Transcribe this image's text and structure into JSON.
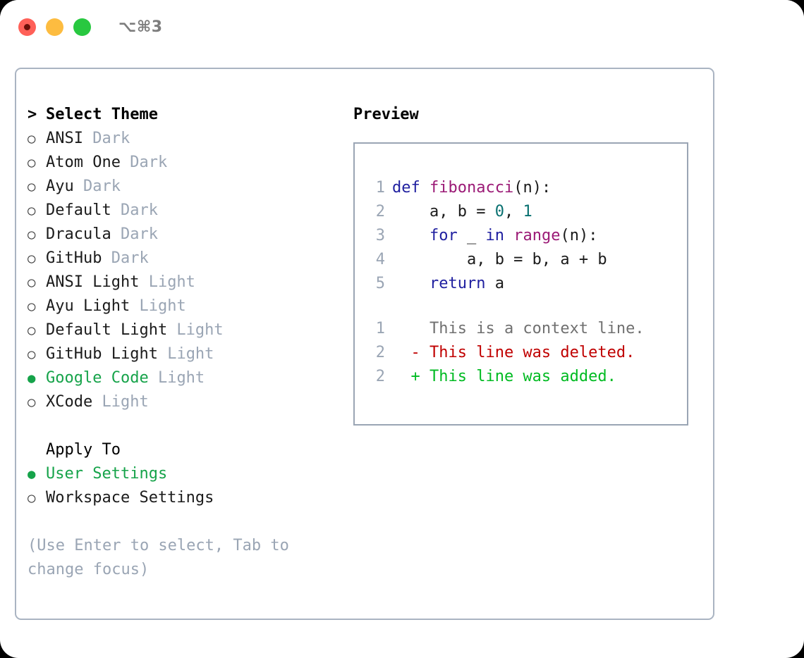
{
  "window": {
    "shortcut": "⌥⌘3",
    "traffic_lights": [
      {
        "name": "close",
        "color": "#ff6058"
      },
      {
        "name": "minimize",
        "color": "#fdbc40"
      },
      {
        "name": "maximize",
        "color": "#28c840"
      }
    ]
  },
  "theme_picker": {
    "header": "Select Theme",
    "caret": ">",
    "bullet_unselected": "○",
    "bullet_selected": "●",
    "items": [
      {
        "name": "ANSI",
        "tag": "Dark",
        "selected": false
      },
      {
        "name": "Atom One",
        "tag": "Dark",
        "selected": false
      },
      {
        "name": "Ayu",
        "tag": "Dark",
        "selected": false
      },
      {
        "name": "Default",
        "tag": "Dark",
        "selected": false
      },
      {
        "name": "Dracula",
        "tag": "Dark",
        "selected": false
      },
      {
        "name": "GitHub",
        "tag": "Dark",
        "selected": false
      },
      {
        "name": "ANSI Light",
        "tag": "Light",
        "selected": false
      },
      {
        "name": "Ayu Light",
        "tag": "Light",
        "selected": false
      },
      {
        "name": "Default Light",
        "tag": "Light",
        "selected": false
      },
      {
        "name": "GitHub Light",
        "tag": "Light",
        "selected": false
      },
      {
        "name": "Google Code",
        "tag": "Light",
        "selected": true
      },
      {
        "name": "XCode",
        "tag": "Light",
        "selected": false
      }
    ]
  },
  "apply_to": {
    "label": "Apply To",
    "items": [
      {
        "name": "User Settings",
        "selected": true
      },
      {
        "name": "Workspace Settings",
        "selected": false
      }
    ]
  },
  "hint": "(Use Enter to select, Tab to change focus)",
  "preview": {
    "title": "Preview",
    "code_lines": [
      {
        "num": "1",
        "tokens": [
          {
            "t": "def",
            "c": "kw"
          },
          {
            "t": " ",
            "c": "pl"
          },
          {
            "t": "fibonacci",
            "c": "fn"
          },
          {
            "t": "(n):",
            "c": "pl"
          }
        ]
      },
      {
        "num": "2",
        "tokens": [
          {
            "t": "    a, b = ",
            "c": "pl"
          },
          {
            "t": "0",
            "c": "num"
          },
          {
            "t": ", ",
            "c": "pl"
          },
          {
            "t": "1",
            "c": "num"
          }
        ]
      },
      {
        "num": "3",
        "tokens": [
          {
            "t": "    ",
            "c": "pl"
          },
          {
            "t": "for",
            "c": "kw"
          },
          {
            "t": " _ ",
            "c": "pl"
          },
          {
            "t": "in",
            "c": "kw"
          },
          {
            "t": " ",
            "c": "pl"
          },
          {
            "t": "range",
            "c": "fn"
          },
          {
            "t": "(n):",
            "c": "pl"
          }
        ]
      },
      {
        "num": "4",
        "tokens": [
          {
            "t": "        a, b = b, a + b",
            "c": "pl"
          }
        ]
      },
      {
        "num": "5",
        "tokens": [
          {
            "t": "    ",
            "c": "pl"
          },
          {
            "t": "return",
            "c": "kw"
          },
          {
            "t": " a",
            "c": "pl"
          }
        ]
      }
    ],
    "diff_lines": [
      {
        "num": "1",
        "marker": " ",
        "text": "This is a context line.",
        "kind": "diff-ctx"
      },
      {
        "num": "2",
        "marker": "-",
        "text": "This line was deleted.",
        "kind": "diff-del"
      },
      {
        "num": "2",
        "marker": "+",
        "text": "This line was added.",
        "kind": "diff-add"
      }
    ]
  },
  "colors": {
    "accent_green": "#16a34a",
    "muted": "#9aa5b4",
    "border": "#aab4c2",
    "keyword": "#2020a0",
    "function": "#9b1a76",
    "number": "#087070",
    "diff_added": "#00bb22",
    "diff_deleted": "#c00000"
  }
}
